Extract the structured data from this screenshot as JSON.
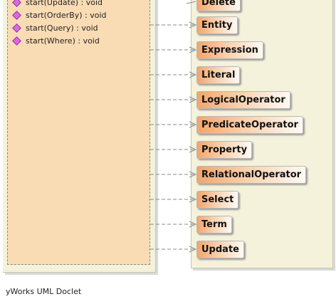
{
  "left_class": {
    "methods": [
      {
        "label": "start(Update) : void",
        "icon": "method-icon"
      },
      {
        "label": "start(OrderBy) : void",
        "icon": "method-icon"
      },
      {
        "label": "start(Query) : void",
        "icon": "method-icon"
      },
      {
        "label": "start(Where) : void",
        "icon": "method-icon"
      }
    ]
  },
  "nodes": [
    {
      "label": "Delete"
    },
    {
      "label": "Entity"
    },
    {
      "label": "Expression"
    },
    {
      "label": "Literal"
    },
    {
      "label": "LogicalOperator"
    },
    {
      "label": "PredicateOperator"
    },
    {
      "label": "Property"
    },
    {
      "label": "RelationalOperator"
    },
    {
      "label": "Select"
    },
    {
      "label": "Term"
    },
    {
      "label": "Update"
    }
  ],
  "edges": {
    "style": "dashed",
    "color": "#8a8a8a",
    "arrow": "open"
  },
  "colors": {
    "package_bg": "#f4f2da",
    "class_bg": "#f9dcb4",
    "node_gradient_start": "#f2a56c",
    "method_icon": "#d96be0"
  },
  "footer": "yWorks UML Doclet"
}
